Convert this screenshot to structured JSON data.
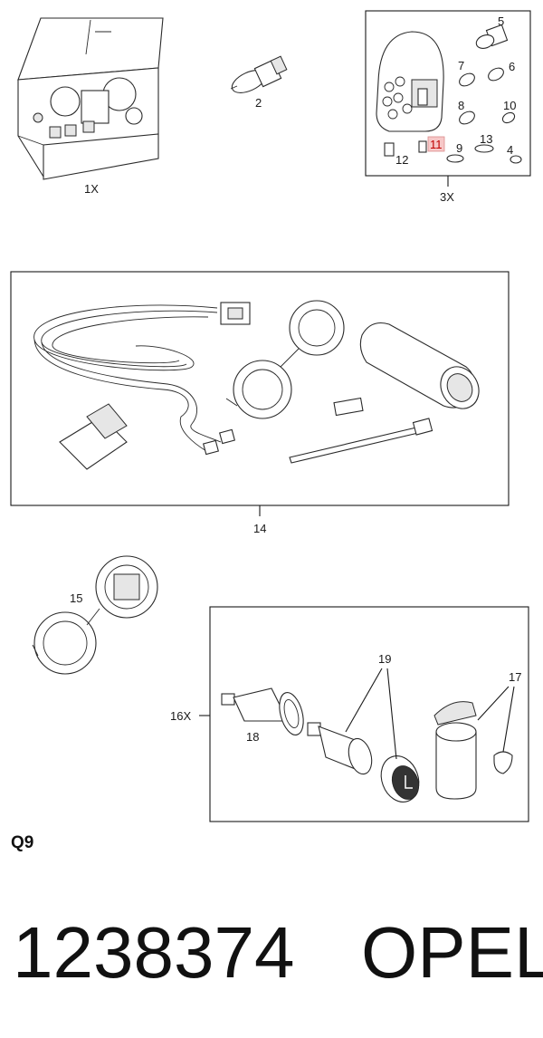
{
  "callouts": {
    "c_1x": "1X",
    "c_2": "2",
    "c_3x": "3X",
    "c_4": "4",
    "c_5": "5",
    "c_6": "6",
    "c_7": "7",
    "c_8": "8",
    "c_9": "9",
    "c_10": "10",
    "c_11": "11",
    "c_12": "12",
    "c_13": "13",
    "c_14": "14",
    "c_15": "15",
    "c_16x": "16X",
    "c_17": "17",
    "c_18": "18",
    "c_19": "19"
  },
  "highlight_color": "#c00000",
  "section_code": "Q9",
  "footer": {
    "part_number": "1238374",
    "brand": "OPEL"
  }
}
